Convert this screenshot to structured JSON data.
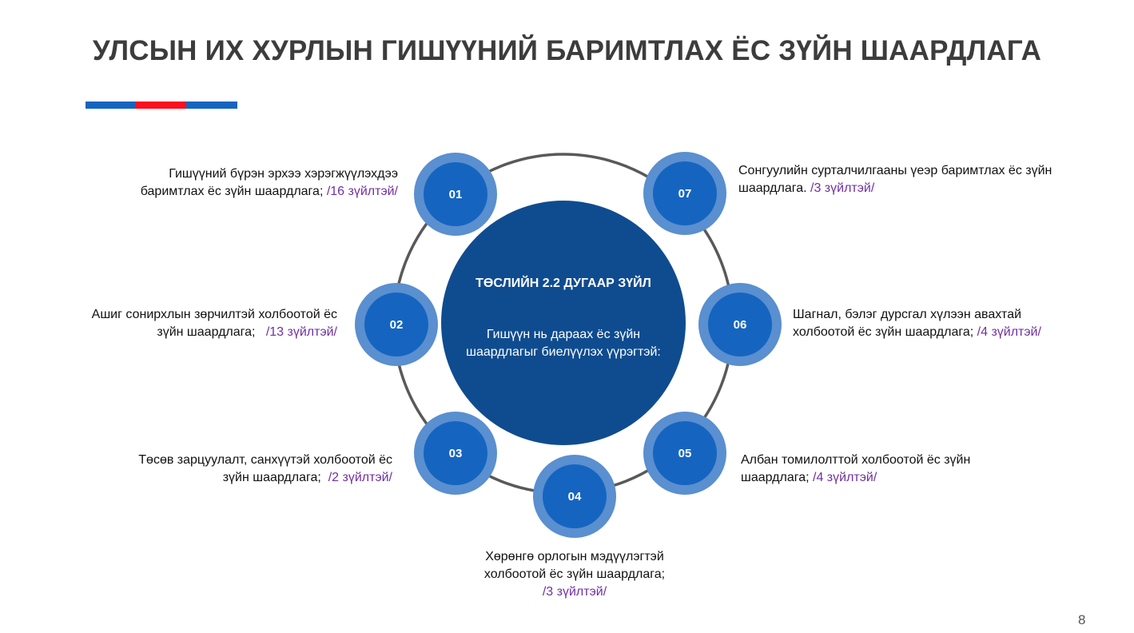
{
  "title": "УЛСЫН ИХ ХУРЛЫН ГИШҮҮНИЙ БАРИМТЛАХ ЁС ЗҮЙН ШААРДЛАГА",
  "colors": {
    "stripe_blue": "#1565c0",
    "stripe_red": "#ff1020",
    "center": "#0f4c8f",
    "node_outer": "#5a8fd0",
    "node_inner": "#1565c0",
    "count": "#7030a0"
  },
  "center": {
    "heading": "ТӨСЛИЙН 2.2 ДУГААР ЗҮЙЛ",
    "subtext": "Гишүүн нь дараах ёс зүйн шаардлагыг биелүүлэх үүрэгтэй:"
  },
  "items": [
    {
      "num": "01",
      "lines": [
        "Гишүүний бүрэн эрхээ хэрэгжүүлэхдээ",
        "баримтлах ёс зүйн шаардлага; "
      ],
      "count": "/16 зүйлтэй/"
    },
    {
      "num": "02",
      "lines": [
        "Ашиг сонирхлын зөрчилтэй холбоотой ёс",
        "зүйн шаардлага;   "
      ],
      "count": "/13 зүйлтэй/"
    },
    {
      "num": "03",
      "lines": [
        "Төсөв зарцуулалт, санхүүтэй холбоотой ёс",
        "зүйн шаардлага;  "
      ],
      "count": "/2 зүйлтэй/"
    },
    {
      "num": "04",
      "lines": [
        "Хөрөнгө орлогын мэдүүлэгтэй",
        "холбоотой ёс зүйн шаардлага;",
        ""
      ],
      "count": "/3 зүйлтэй/"
    },
    {
      "num": "05",
      "lines": [
        "Албан томилолттой холбоотой ёс зүйн",
        "шаардлага; "
      ],
      "count": "/4 зүйлтэй/"
    },
    {
      "num": "06",
      "lines": [
        "Шагнал, бэлэг дурсгал хүлээн авахтай",
        "холбоотой ёс зүйн шаардлага; "
      ],
      "count": "/4 зүйлтэй/"
    },
    {
      "num": "07",
      "lines": [
        "Сонгуулийн сурталчилгааны үеэр баримтлах ёс зүйн",
        "шаардлага. "
      ],
      "count": "/3 зүйлтэй/"
    }
  ],
  "page_number": "8"
}
